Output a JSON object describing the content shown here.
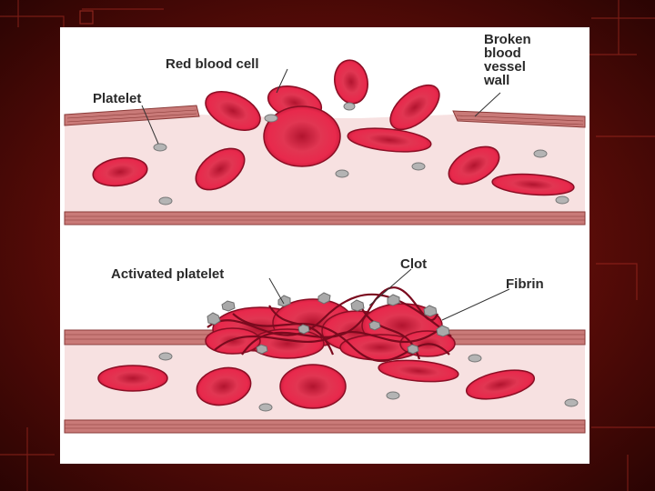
{
  "slide": {
    "background_color": "#6e120d",
    "panel_color": "#ffffff"
  },
  "diagram": {
    "top_panel": {
      "labels": {
        "red_blood_cell": "Red blood cell",
        "platelet": "Platelet",
        "broken_wall_line1": "Broken",
        "broken_wall_line2": "blood",
        "broken_wall_line3": "vessel",
        "broken_wall_line4": "wall"
      }
    },
    "bottom_panel": {
      "labels": {
        "activated_platelet": "Activated platelet",
        "clot": "Clot",
        "fibrin": "Fibrin"
      }
    },
    "colors": {
      "cell": "#e0284a",
      "cell_dark": "#a5122e",
      "vessel_wall": "#c97a78",
      "plasma": "#f7e1e1",
      "platelet": "#b4b4b4"
    }
  }
}
